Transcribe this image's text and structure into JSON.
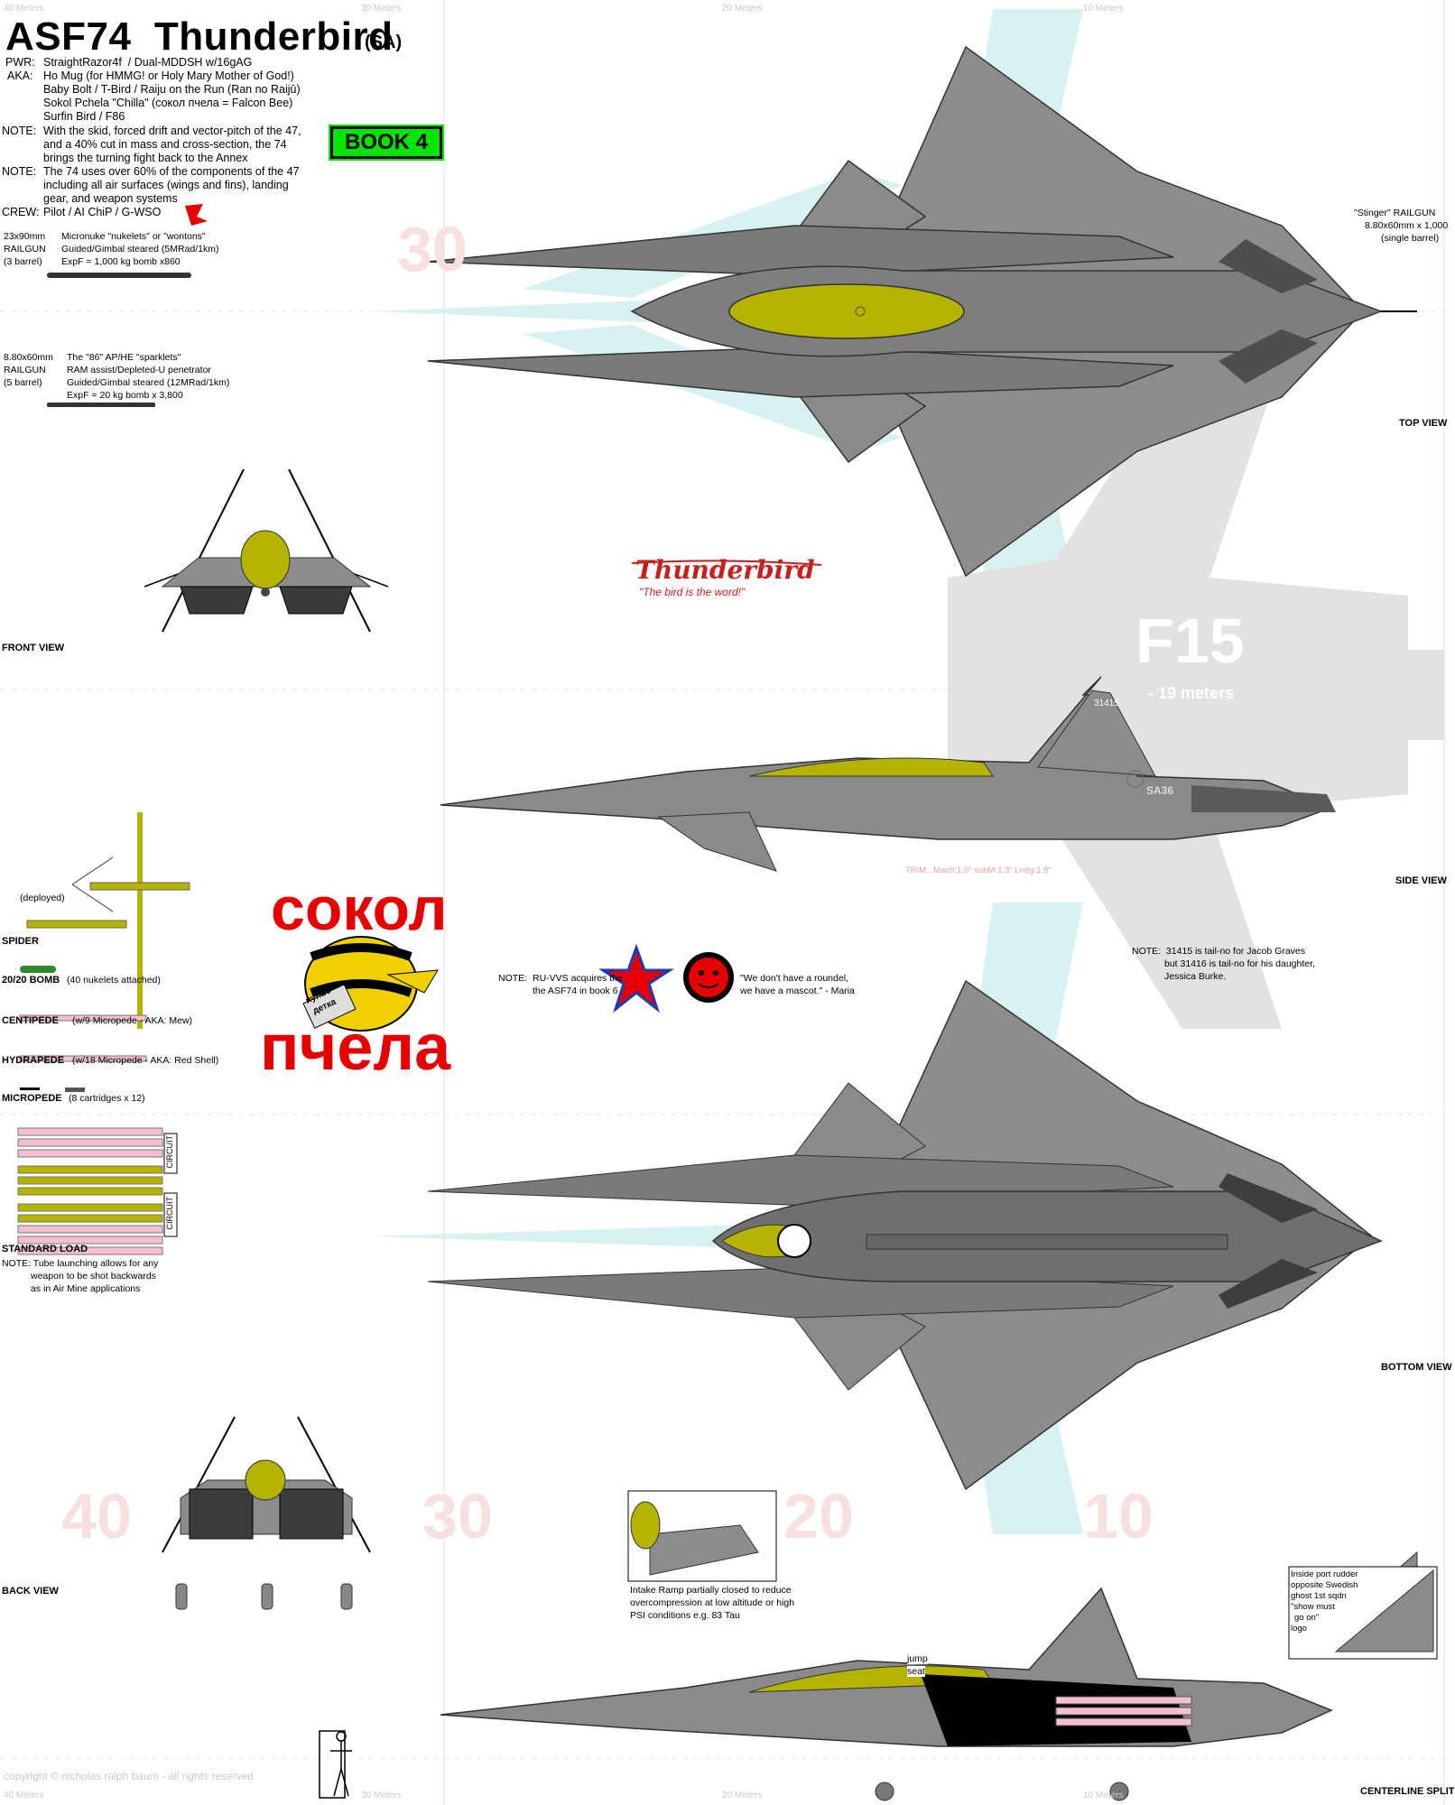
{
  "header": {
    "title": "ASF74  Thunderbird",
    "subtitle": "(SA)",
    "book_badge": "BOOK 4"
  },
  "specs": {
    "pwr_label": "PWR:",
    "pwr_value": "StraightRazor4f  / Dual-MDDSH w/16gAG",
    "aka_label": "AKA:",
    "aka_lines": [
      "Ho Mug (for HMMG! or Holy Mary Mother of God!)",
      "Baby Bolt / T-Bird / Raiju on the Run (Ran no Raijū)",
      "Sokol Pchela \"Chilla\" (сокол пчела = Falcon Bee)",
      "Surfin Bird / F86"
    ],
    "note_label": "NOTE:",
    "note1_lines": [
      "With the skid, forced drift and vector-pitch of the 47,",
      "and a 40% cut in mass and cross-section, the 74",
      "brings the turning fight back to the Annex"
    ],
    "note2_lines": [
      "The 74 uses over 60% of the components of the 47",
      "including all air surfaces (wings and fins), landing",
      "gear, and weapon systems"
    ],
    "crew_label": "CREW:",
    "crew_value": "Pilot / AI ChiP / G-WSO"
  },
  "weapons": {
    "railgun1": {
      "lines": [
        "23x90mm",
        "RAILGUN",
        "(3 barrel)"
      ],
      "desc": [
        "Micronuke \"nukelets\" or \"wontons\"",
        "Guided/Gimbal steared (5MRad/1km)",
        "ExpF = 1,000 kg bomb x860"
      ]
    },
    "railgun2": {
      "lines": [
        "8.80x60mm",
        "RAILGUN",
        "(5 barrel)"
      ],
      "desc": [
        "The \"86\" AP/HE \"sparklets\"",
        "RAM assist/Depleted-U penetrator",
        "Guided/Gimbal steared (12MRad/1km)",
        "ExpF = 20 kg bomb x 3,800"
      ]
    },
    "stinger": [
      "\"Stinger\" RAILGUN",
      "8.80x60mm x 1,000",
      "(single barrel)"
    ],
    "deployed": "(deployed)",
    "spider": "SPIDER",
    "bomb": "20/20 BOMB",
    "bomb_note": "(40 nukelets attached)",
    "centipede": "CENTIPEDE",
    "centipede_note": "(w/9 Micropede - AKA: Mew)",
    "hydrapede": "HYDRAPEDE",
    "hydrapede_note": "(w/18 Micropede - AKA: Red Shell)",
    "micropede": "MICROPEDE",
    "micropede_note": "(8 cartridges x 12)",
    "circuit": "CIRCUIT",
    "standard_load": "STANDARD LOAD",
    "tube_note": [
      "NOTE: Tube launching allows for any",
      "weapon to be shot backwards",
      "as in Air Mine applications"
    ]
  },
  "views": {
    "top": "TOP VIEW",
    "front": "FRONT VIEW",
    "side": "SIDE VIEW",
    "bottom": "BOTTOM VIEW",
    "back": "BACK VIEW",
    "centerline": "CENTERLINE SPLIT"
  },
  "logo": {
    "thunderbird": "Thunderbird",
    "motto": "\"The bird is the word!\""
  },
  "f15": {
    "label": "F15",
    "length": "- 19 meters"
  },
  "markings": {
    "tail1": "31415",
    "side_code": "SA36",
    "trim": "TRIM...Mach:1.0\" subM:1.3\" Lndg:1.8\""
  },
  "sokol": {
    "top": "сокол",
    "bottom": "пчела",
    "tag1": "пульс",
    "tag2": "детка"
  },
  "notes": {
    "ruvvs": [
      "NOTE:",
      "RU-VVS acquires the",
      "the ASF74 in book 6"
    ],
    "mascot": [
      "\"We don't have a roundel,",
      "we have a mascot.\" - Maria"
    ],
    "tailno": [
      "NOTE:  31415 is tail-no for Jacob Graves",
      "but 31416 is tail-no for his daughter,",
      "Jessica Burke."
    ],
    "intake": [
      "Intake Ramp partially closed to reduce",
      "overcompression at low altitude or high",
      "PSI conditions e.g. 83 Tau"
    ],
    "rudder": [
      "Inside port rudder",
      "opposite Swedish",
      "ghost 1st sqdn",
      "\"show must",
      "go on\"",
      "logo"
    ],
    "jump_seat": [
      "jump",
      "seat"
    ]
  },
  "ruler": {
    "top": [
      "40 Meters",
      "30 Meters",
      "20 Meters",
      "10 Meters"
    ],
    "bottom": [
      "40 Meters",
      "30 Meters",
      "20 Meters",
      "10 Meters"
    ],
    "watermark_top": [
      "30"
    ],
    "watermark_bottom": [
      "40",
      "30",
      "20",
      "10"
    ]
  },
  "copyright": "copyright © nicholas ralph baum - all rights reserved",
  "colors": {
    "hull": "#8a8a8a",
    "hull_dark": "#5a5a5a",
    "canopy": "#b4b400",
    "shadow": "#d8f1f1",
    "accent_red": "#e60000",
    "badge_green": "#00e600"
  }
}
